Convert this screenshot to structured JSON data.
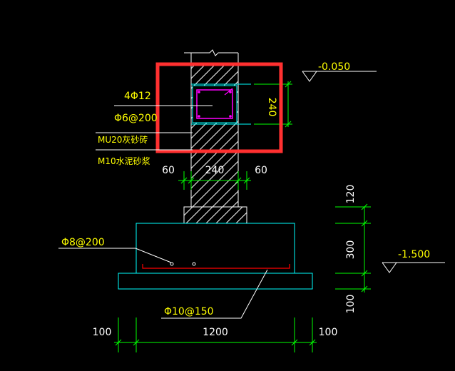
{
  "drawing": {
    "elevations": {
      "top": "-0.050",
      "bottom": "-1.500"
    },
    "beam_labels": {
      "longitudinal": "4Φ12",
      "stirrup": "Φ6@200",
      "brick": "MU20灰砂砖",
      "mortar": "M10水泥砂浆"
    },
    "beam_height": "240",
    "wall_dims": {
      "left_offset": "60",
      "wall_width": "240",
      "right_offset": "60"
    },
    "vertical_dims": {
      "step": "120",
      "footing": "300",
      "cushion": "100"
    },
    "rebar_labels": {
      "distribution": "Φ8@200",
      "main": "Φ10@150"
    },
    "bottom_dims": {
      "left": "100",
      "width": "1200",
      "right": "100"
    },
    "colors": {
      "background": "#000000",
      "outline": "#00ffff",
      "dimension": "#00ff00",
      "text": "#ffff00",
      "rebar": "#ff0000",
      "highlight": "#ff3030",
      "leader": "#ffffff"
    }
  }
}
